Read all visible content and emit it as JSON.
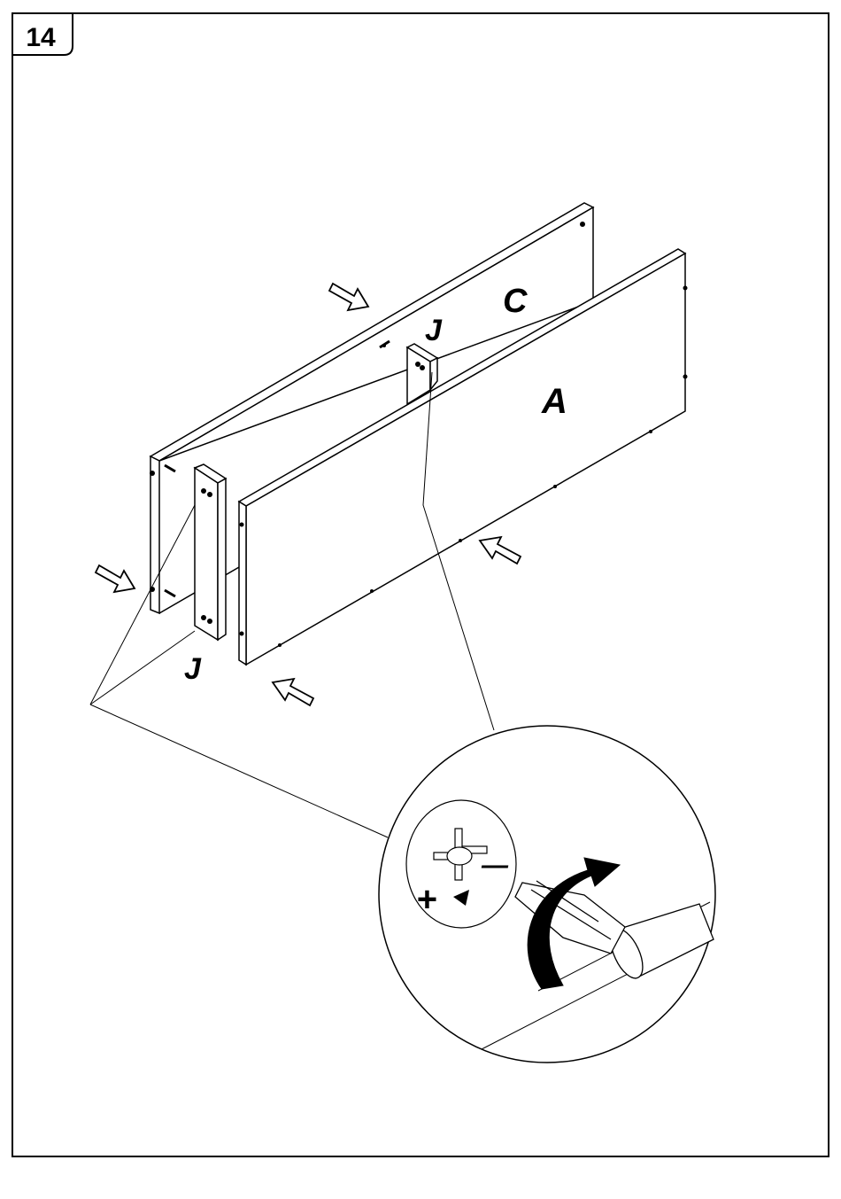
{
  "step": {
    "number": "14"
  },
  "parts": {
    "panel_c": "C",
    "panel_a": "A",
    "connector_front": "J",
    "connector_back": "J"
  },
  "detail": {
    "plus_sign": "+",
    "minus_sign": "—"
  },
  "colors": {
    "line": "#000000",
    "paper": "#ffffff"
  }
}
